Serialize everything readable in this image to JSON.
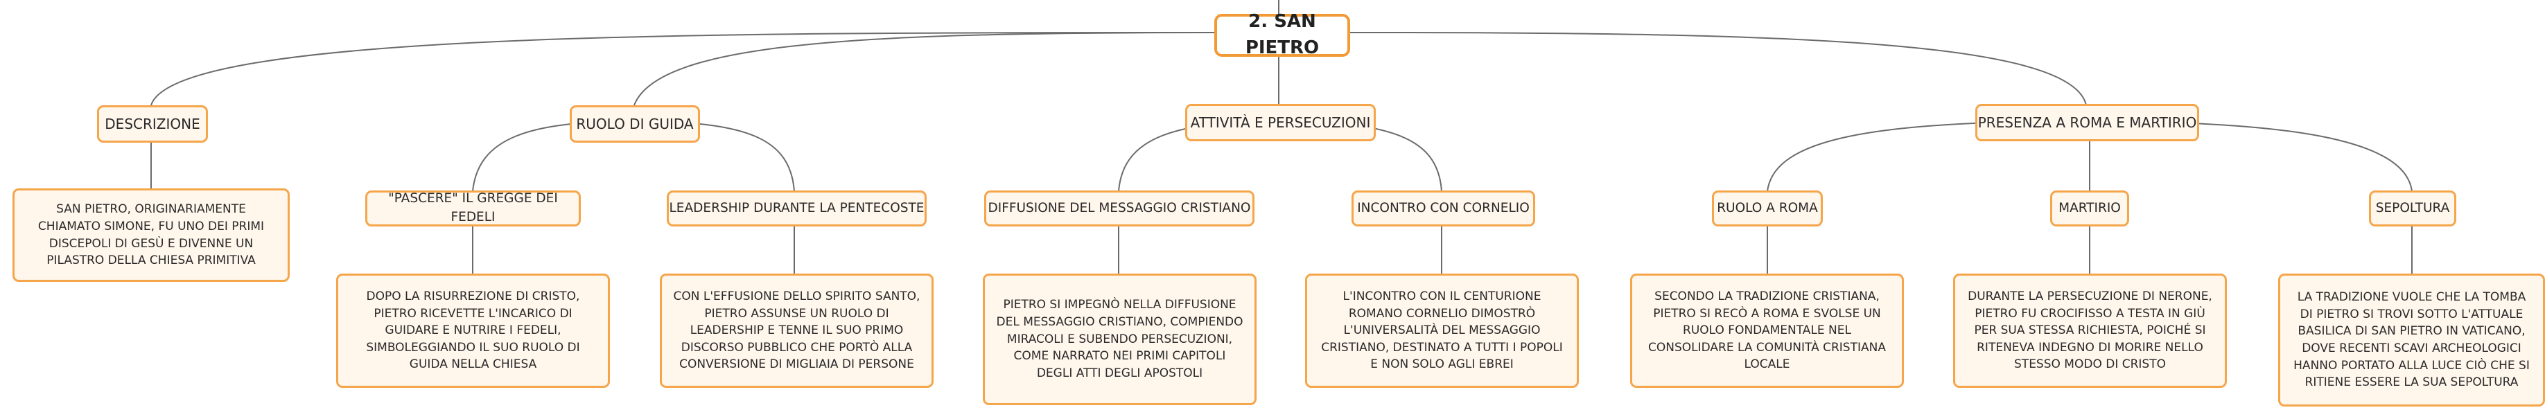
{
  "root": "2. SAN PIETRO",
  "descrizione": {
    "label": "DESCRIZIONE",
    "text": "SAN PIETRO, ORIGINARIAMENTE CHIAMATO SIMONE, FU UNO DEI PRIMI DISCEPOLI DI GESÙ E DIVENNE UN PILASTRO DELLA CHIESA PRIMITIVA"
  },
  "ruolo_guida": {
    "label": "RUOLO DI GUIDA",
    "pascere": {
      "label": "\"PASCERE\" IL GREGGE DEI FEDELI",
      "text": "DOPO LA RISURREZIONE DI CRISTO, PIETRO RICEVETTE L'INCARICO DI GUIDARE E NUTRIRE I FEDELI, SIMBOLEGGIANDO IL SUO RUOLO DI GUIDA NELLA CHIESA"
    },
    "pentecoste": {
      "label": "LEADERSHIP DURANTE LA PENTECOSTE",
      "text": "CON L'EFFUSIONE DELLO SPIRITO SANTO, PIETRO ASSUNSE UN RUOLO DI LEADERSHIP E TENNE IL SUO PRIMO DISCORSO PUBBLICO CHE PORTÒ ALLA CONVERSIONE DI MIGLIAIA DI PERSONE"
    }
  },
  "attivita": {
    "label": "ATTIVITÀ E PERSECUZIONI",
    "diffusione": {
      "label": "DIFFUSIONE DEL MESSAGGIO CRISTIANO",
      "text": "PIETRO SI IMPEGNÒ NELLA DIFFUSIONE DEL MESSAGGIO CRISTIANO, COMPIENDO MIRACOLI E SUBENDO PERSECUZIONI, COME NARRATO NEI PRIMI CAPITOLI DEGLI ATTI DEGLI APOSTOLI"
    },
    "cornelio": {
      "label": "INCONTRO CON CORNELIO",
      "text": "L'INCONTRO CON IL CENTURIONE ROMANO CORNELIO DIMOSTRÒ L'UNIVERSALITÀ DEL MESSAGGIO CRISTIANO, DESTINATO A TUTTI I POPOLI E NON SOLO AGLI EBREI"
    }
  },
  "presenza": {
    "label": "PRESENZA A ROMA E MARTIRIO",
    "ruolo_roma": {
      "label": "RUOLO A ROMA",
      "text": "SECONDO LA TRADIZIONE CRISTIANA, PIETRO SI RECÒ A ROMA E SVOLSE UN RUOLO FONDAMENTALE NEL CONSOLIDARE LA COMUNITÀ CRISTIANA LOCALE"
    },
    "martirio": {
      "label": "MARTIRIO",
      "text": "DURANTE LA PERSECUZIONE DI NERONE, PIETRO FU CROCIFISSO A TESTA IN GIÙ PER SUA STESSA RICHIESTA, POICHÉ SI RITENEVA INDEGNO DI MORIRE NELLO STESSO MODO DI CRISTO"
    },
    "sepoltura": {
      "label": "SEPOLTURA",
      "text": "LA TRADIZIONE VUOLE CHE LA TOMBA DI PIETRO SI TROVI SOTTO L'ATTUALE BASILICA DI SAN PIETRO IN VATICANO, DOVE RECENTI SCAVI ARCHEOLOGICI HANNO PORTATO ALLA LUCE CIÒ CHE SI RITIENE ESSERE LA SUA SEPOLTURA"
    }
  }
}
